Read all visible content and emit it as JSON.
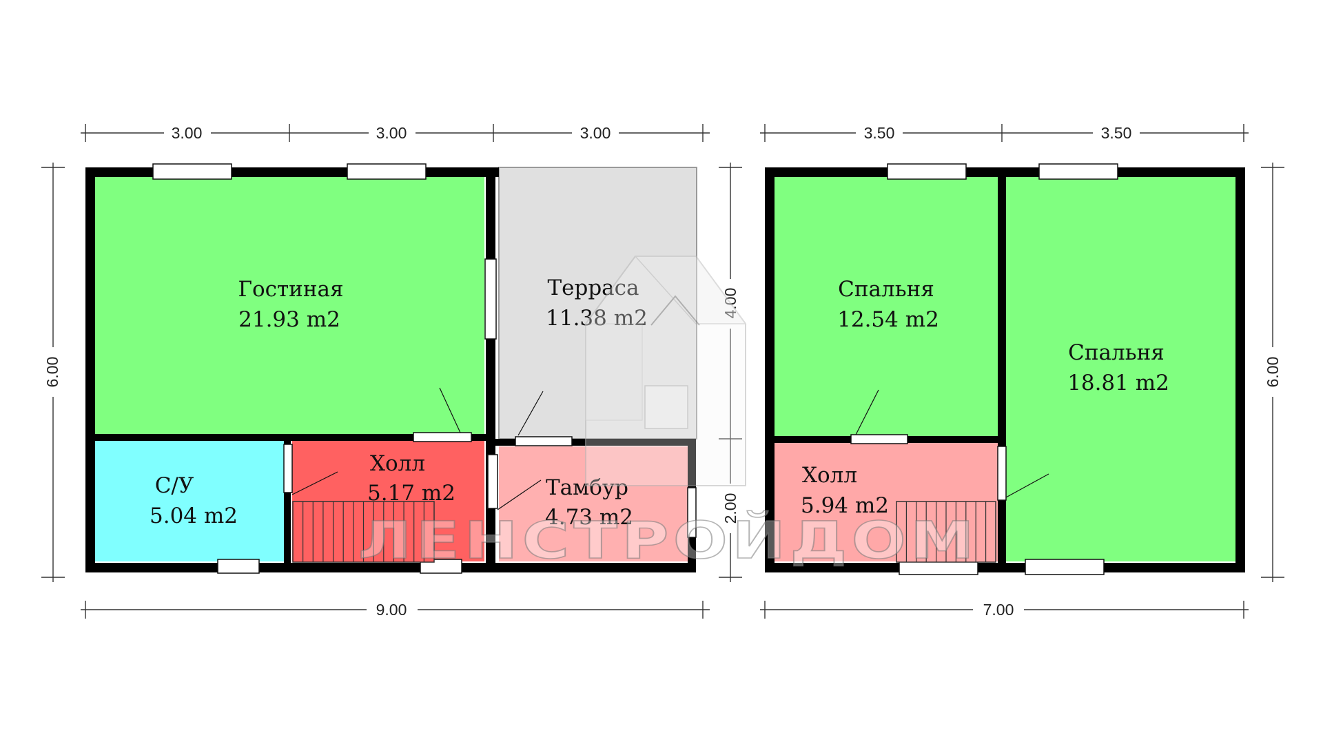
{
  "colors": {
    "living": "#80ff80",
    "bedroom": "#80ff80",
    "bathroom": "#80ffff",
    "hall_ground": "#ff6161",
    "hall_upper": "#ffa8a8",
    "vestibule": "#ffb0b0",
    "terrace": "#e0e0e0",
    "wall": "#000000"
  },
  "floor1": {
    "rooms": [
      {
        "key": "living",
        "name": "Гостиная",
        "area": "21.93 m2"
      },
      {
        "key": "terrace",
        "name": "Терраса",
        "area": "11.38 m2"
      },
      {
        "key": "bathroom",
        "name": "С/У",
        "area": "5.04 m2"
      },
      {
        "key": "hall",
        "name": "Холл",
        "area": "5.17 m2"
      },
      {
        "key": "vestibule",
        "name": "Тамбур",
        "area": "4.73 m2"
      }
    ],
    "dims": {
      "top": [
        "3.00",
        "3.00",
        "3.00"
      ],
      "bottom": "9.00",
      "left": "6.00",
      "right_upper": "4.00",
      "right_lower": "2.00"
    }
  },
  "floor2": {
    "rooms": [
      {
        "key": "bedroom1",
        "name": "Спальня",
        "area": "12.54 m2"
      },
      {
        "key": "bedroom2",
        "name": "Спальня",
        "area": "18.81 m2"
      },
      {
        "key": "hall",
        "name": "Холл",
        "area": "5.94 m2"
      }
    ],
    "dims": {
      "top": [
        "3.50",
        "3.50"
      ],
      "bottom": "7.00",
      "right": "6.00"
    }
  },
  "watermark": {
    "text": "ЛЕНСТРОЙДОМ"
  }
}
